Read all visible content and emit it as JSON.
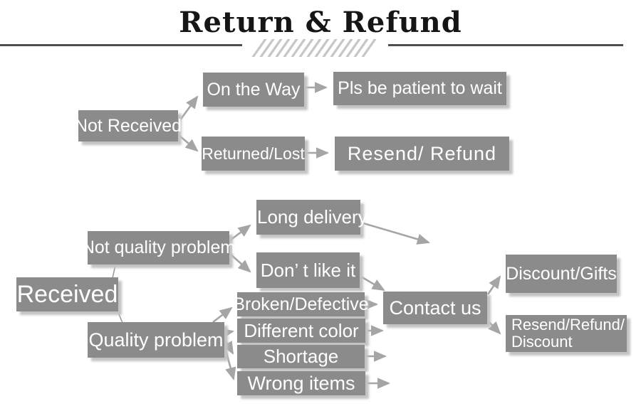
{
  "header": {
    "title": "Return & Refund"
  },
  "colors": {
    "box_gray": "#8b8b8b",
    "box_text": "#ffffff",
    "arrow_gray": "#a5a5a5",
    "title_black": "#151515",
    "hatch_gray": "#c7c7c7"
  },
  "diagram": {
    "not_received_branch": {
      "root": "Not Received",
      "on_the_way": "On the Way",
      "patient": "Pls be patient to wait",
      "returned_lost": "Returned/Lost",
      "resend_refund": "Resend/ Refund"
    },
    "received_branch": {
      "root": "Received",
      "not_quality_problem": "Not quality problem",
      "long_delivery": "Long delivery",
      "dont_like_it": "Don’ t like it",
      "quality_problem": "Quality problem",
      "broken_defective": "Broken/Defective",
      "different_color": "Different color",
      "shortage": "Shortage",
      "wrong_items": "Wrong items",
      "contact_us": "Contact us",
      "discount_gifts": "Discount/Gifts",
      "resend_refund_discount_line1": "Resend/Refund/",
      "resend_refund_discount_line2": "Discount"
    }
  }
}
